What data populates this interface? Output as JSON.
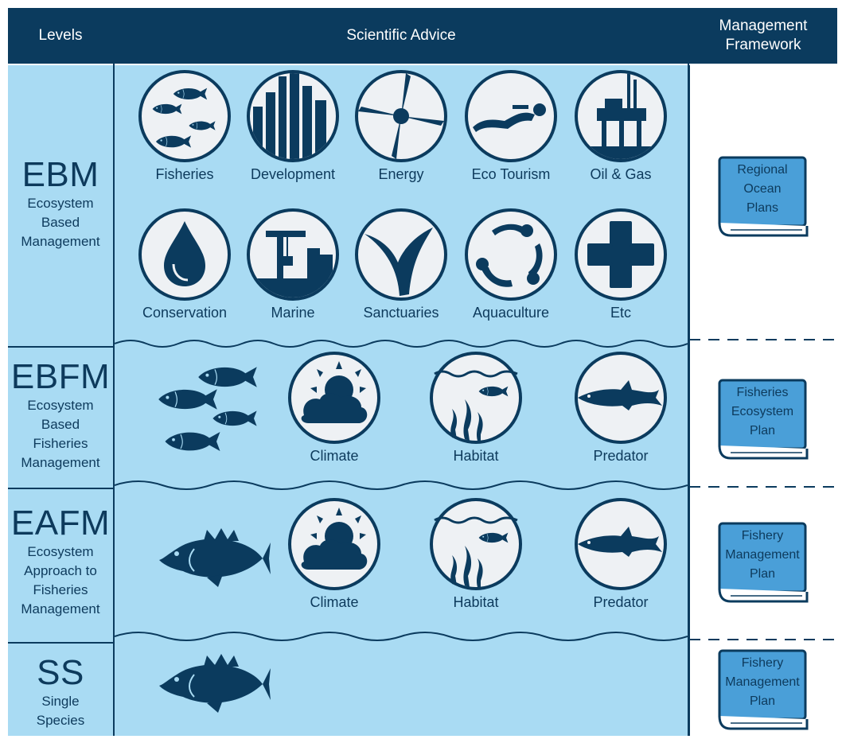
{
  "header": {
    "levels": "Levels",
    "scientific_advice": "Scientific Advice",
    "management_framework": "Management\nFramework"
  },
  "levels": [
    {
      "abbr": "EBM",
      "full": "Ecosystem\nBased\nManagement"
    },
    {
      "abbr": "EBFM",
      "full": "Ecosystem\nBased\nFisheries\nManagement"
    },
    {
      "abbr": "EAFM",
      "full": "Ecosystem\nApproach to\nFisheries\nManagement"
    },
    {
      "abbr": "SS",
      "full": "Single\nSpecies"
    }
  ],
  "ebm_icons": [
    {
      "label": "Fisheries",
      "icon": "fish-school-icon"
    },
    {
      "label": "Development",
      "icon": "skyscrapers-icon"
    },
    {
      "label": "Energy",
      "icon": "wind-turbine-icon"
    },
    {
      "label": "Eco Tourism",
      "icon": "swimmer-icon"
    },
    {
      "label": "Oil & Gas",
      "icon": "oil-rig-icon"
    },
    {
      "label": "Conservation",
      "icon": "water-drop-icon"
    },
    {
      "label": "Marine",
      "icon": "port-crane-icon"
    },
    {
      "label": "Sanctuaries",
      "icon": "whale-tail-icon"
    },
    {
      "label": "Aquaculture",
      "icon": "fish-cycle-icon"
    },
    {
      "label": "Etc",
      "icon": "plus-icon"
    }
  ],
  "ebfm_icons": [
    {
      "label": "Climate",
      "icon": "sun-cloud-icon"
    },
    {
      "label": "Habitat",
      "icon": "seaweed-habitat-icon"
    },
    {
      "label": "Predator",
      "icon": "shark-icon"
    }
  ],
  "eafm_icons": [
    {
      "label": "Climate",
      "icon": "sun-cloud-icon"
    },
    {
      "label": "Habitat",
      "icon": "seaweed-habitat-icon"
    },
    {
      "label": "Predator",
      "icon": "shark-icon"
    }
  ],
  "plans": [
    {
      "text": "Regional\nOcean\nPlans"
    },
    {
      "text": "Fisheries\nEcosystem\nPlan"
    },
    {
      "text": "Fishery\nManagement\nPlan"
    },
    {
      "text": "Fishery\nManagement\nPlan"
    }
  ],
  "colors": {
    "navy": "#0b3b5e",
    "light_blue": "#a9dbf3",
    "book_blue": "#4a9fd8",
    "circle_fill": "#eef1f4"
  }
}
